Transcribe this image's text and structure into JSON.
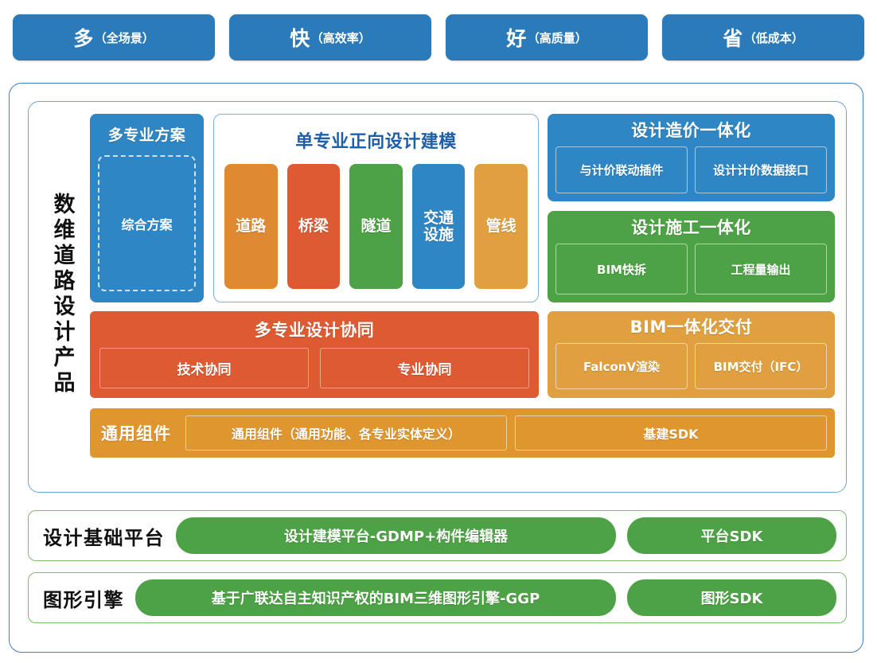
{
  "slogans": [
    {
      "big": "多",
      "small": "（全场景）"
    },
    {
      "big": "快",
      "small": "（高效率）"
    },
    {
      "big": "好",
      "small": "（高质量）"
    },
    {
      "big": "省",
      "small": "（低成本）"
    }
  ],
  "product": {
    "side_label": "数维道路设计产品",
    "multi_solution": {
      "title": "多专业方案",
      "inner": "综合方案"
    },
    "single_discipline": {
      "title": "单专业正向设计建模",
      "chips": [
        {
          "label": "道路",
          "color": "#de8a33"
        },
        {
          "label": "桥梁",
          "color": "#dd5a32"
        },
        {
          "label": "隧道",
          "color": "#4ca244"
        },
        {
          "label": "交通\n设施",
          "color": "#2f86c5"
        },
        {
          "label": "管线",
          "color": "#e0a03f"
        }
      ]
    },
    "cost_integration": {
      "title": "设计造价一体化",
      "subs": [
        "与计价联动插件",
        "设计计价数据接口"
      ],
      "color": "#2f86c5"
    },
    "construction_integration": {
      "title": "设计施工一体化",
      "subs": [
        "BIM快拆",
        "工程量输出"
      ],
      "color": "#4ca244"
    },
    "collaboration": {
      "title": "多专业设计协同",
      "subs": [
        "技术协同",
        "专业协同"
      ],
      "color": "#dd5a32"
    },
    "bim_delivery": {
      "title": "BIM一体化交付",
      "subs": [
        "FalconV渲染",
        "BIM交付（IFC）"
      ],
      "color": "#e0a03f"
    },
    "common_components": {
      "label": "通用组件",
      "main": "通用组件（通用功能、各专业实体定义）",
      "sdk": "基建SDK",
      "color": "#e0962f"
    }
  },
  "platforms": [
    {
      "label": "设计基础平台",
      "main": "设计建模平台-GDMP+构件编辑器",
      "sdk": "平台SDK"
    },
    {
      "label": "图形引擎",
      "main": "基于广联达自主知识产权的BIM三维图形引擎-GGP",
      "sdk": "图形SDK"
    }
  ],
  "colors": {
    "header_blue": "#2b7bba",
    "frame_blue": "#3f7fc0",
    "panel_blue": "#6fa5d6",
    "green": "#4ca244",
    "orange": "#de8a33",
    "orange_light": "#e0a03f",
    "red_orange": "#dd5a32",
    "blue": "#2f86c5"
  }
}
